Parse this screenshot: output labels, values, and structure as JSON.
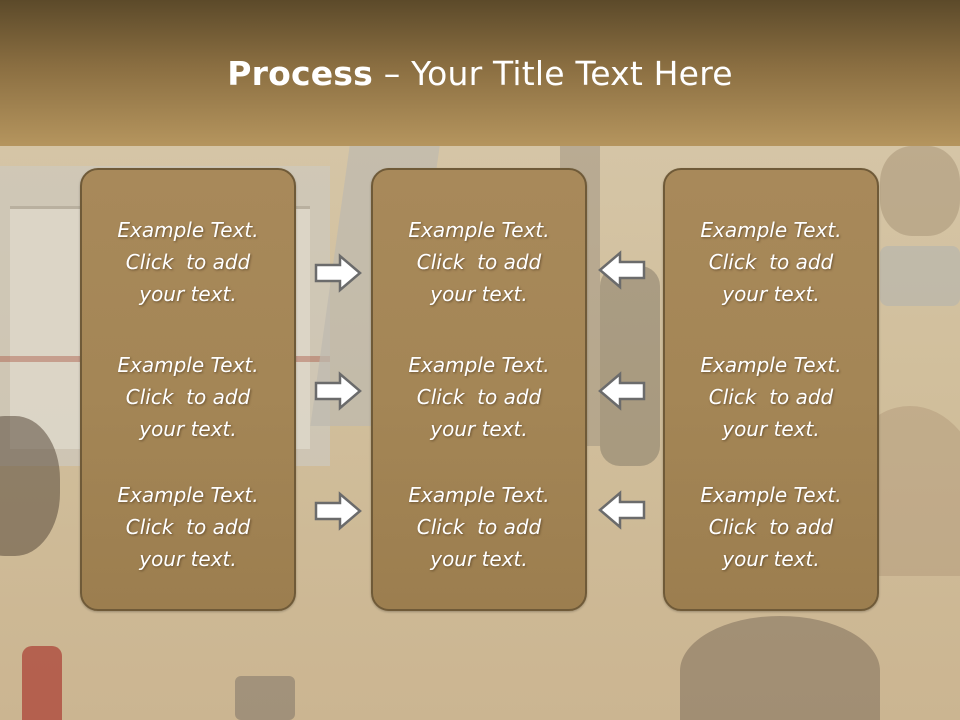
{
  "slide": {
    "title_bold": "Process",
    "title_sep": " – ",
    "title_rest": "Your Title Text Here"
  },
  "columns": [
    {
      "items": [
        {
          "line1": "Example Text.",
          "line2": "Click  to add",
          "line3": "your text."
        },
        {
          "line1": "Example Text.",
          "line2": "Click  to add",
          "line3": "your text."
        },
        {
          "line1": "Example Text.",
          "line2": "Click  to add",
          "line3": "your text."
        }
      ]
    },
    {
      "items": [
        {
          "line1": "Example Text.",
          "line2": "Click  to add",
          "line3": "your text."
        },
        {
          "line1": "Example Text.",
          "line2": "Click  to add",
          "line3": "your text."
        },
        {
          "line1": "Example Text.",
          "line2": "Click  to add",
          "line3": "your text."
        }
      ]
    },
    {
      "items": [
        {
          "line1": "Example Text.",
          "line2": "Click  to add",
          "line3": "your text."
        },
        {
          "line1": "Example Text.",
          "line2": "Click  to add",
          "line3": "your text."
        },
        {
          "line1": "Example Text.",
          "line2": "Click  to add",
          "line3": "your text."
        }
      ]
    }
  ],
  "arrows": {
    "left_group_icon": "arrow-right-icon",
    "right_group_icon": "arrow-left-icon"
  },
  "colors": {
    "header_dark": "#5c4a2a",
    "header_light": "#b5955e",
    "box_fill": "#a48656",
    "box_border": "#6f5a38",
    "arrow_fill": "#ffffff",
    "arrow_stroke": "#6b6b6b"
  }
}
